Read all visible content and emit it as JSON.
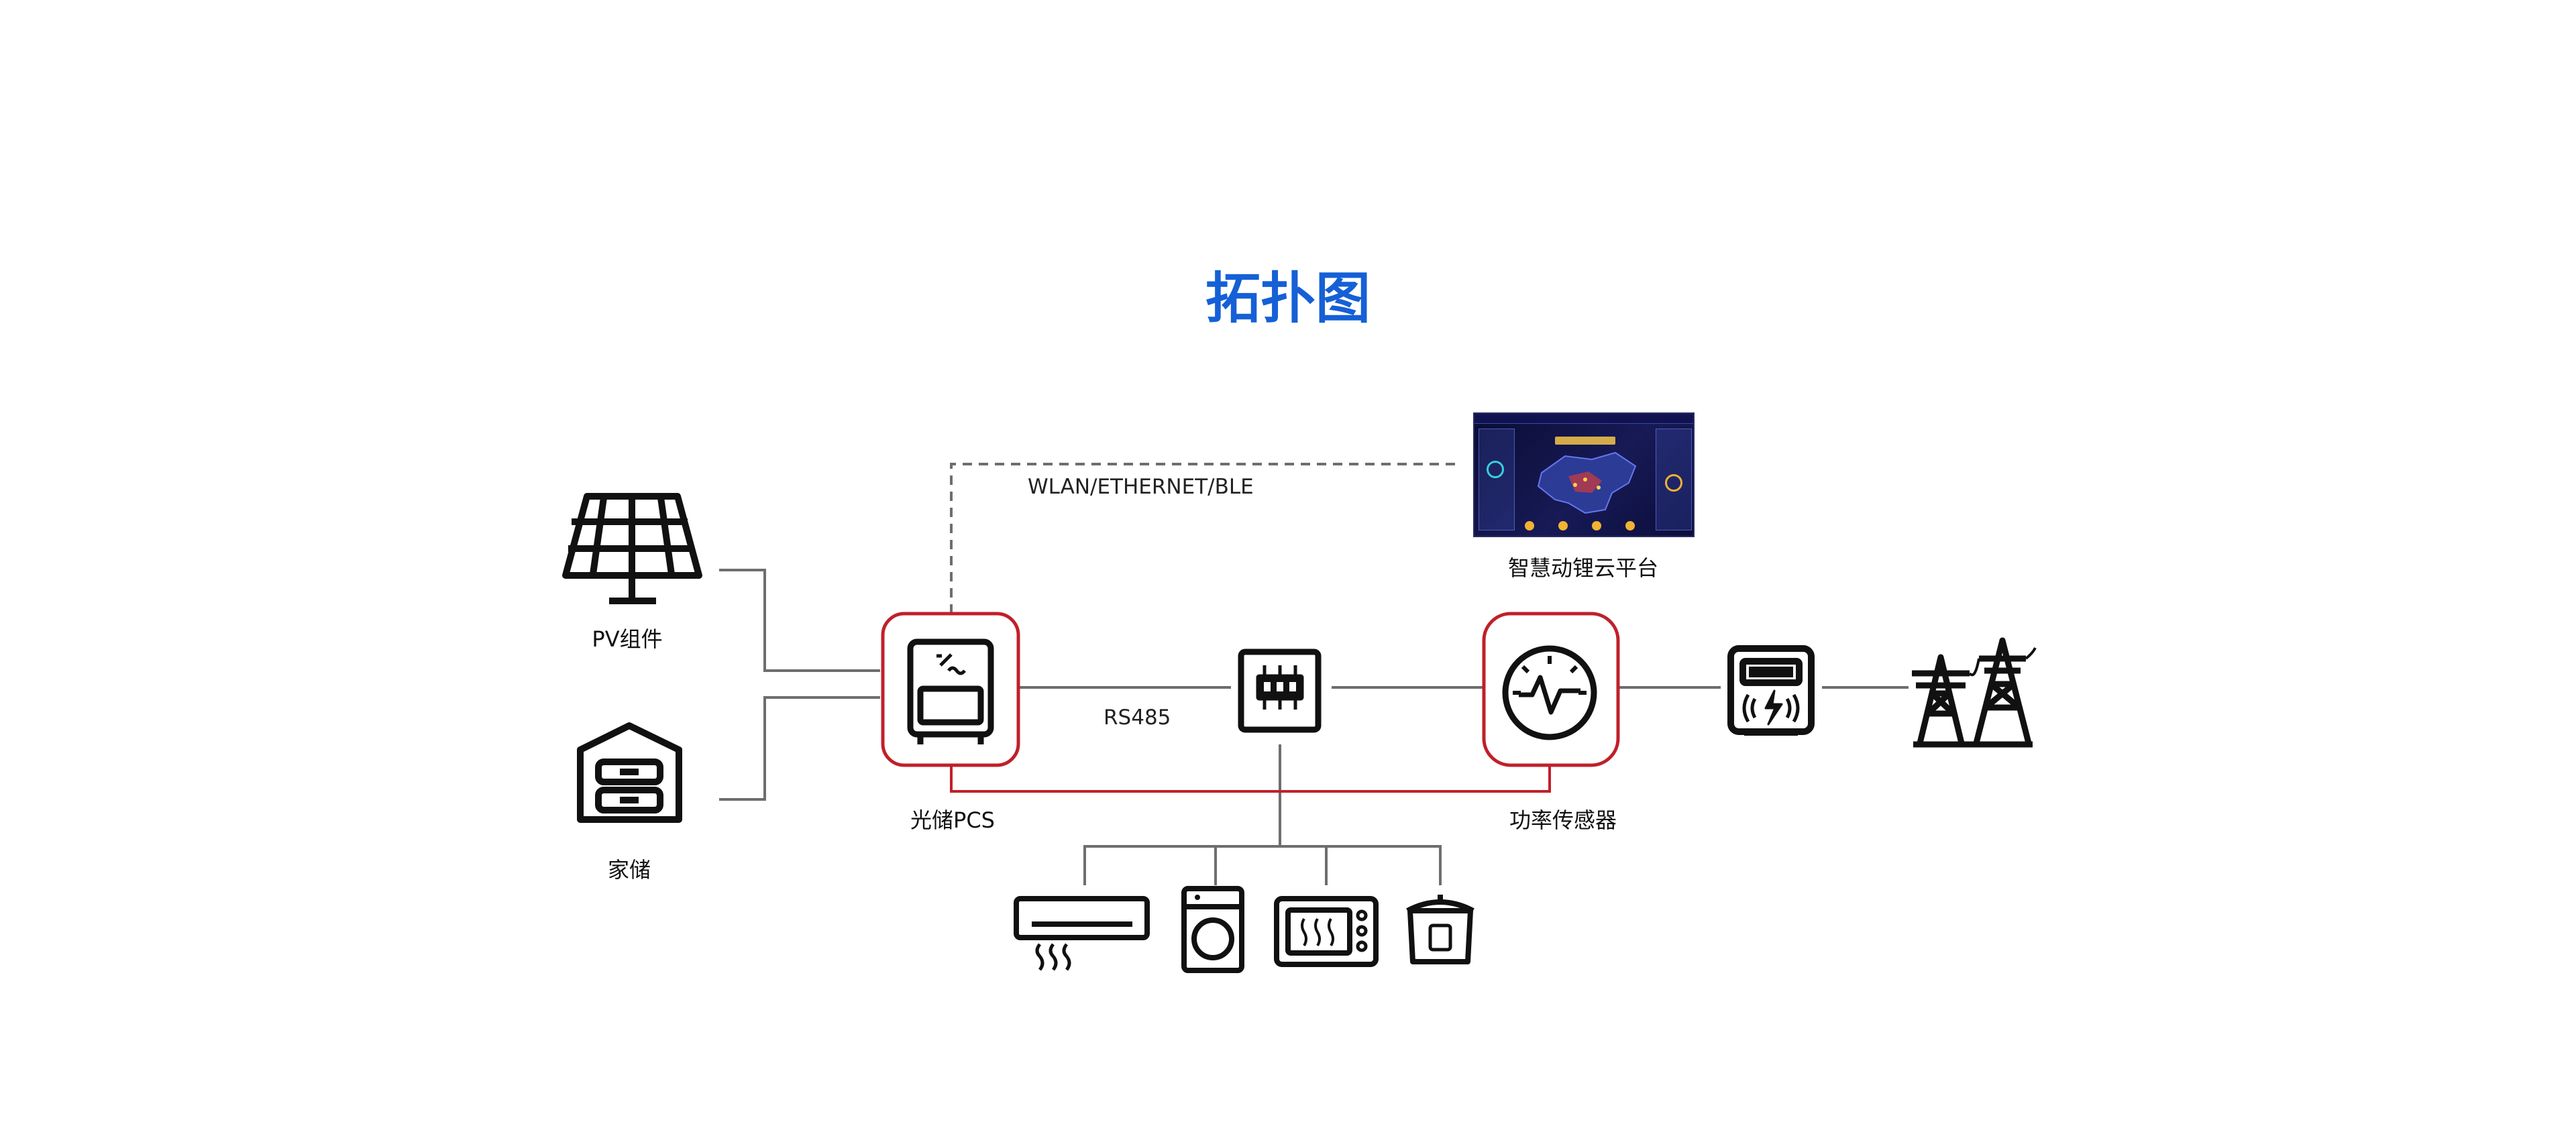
{
  "title": "拓扑图",
  "nodes": {
    "pv": {
      "label": "PV组件",
      "icon": "solar-panel-icon"
    },
    "storage": {
      "label": "家储",
      "icon": "home-battery-icon"
    },
    "pcs": {
      "label": "光储PCS",
      "icon": "inverter-icon"
    },
    "gateway": {
      "icon": "communication-module-icon"
    },
    "sensor": {
      "label": "功率传感器",
      "icon": "power-meter-gauge-icon"
    },
    "meter": {
      "icon": "smart-meter-icon"
    },
    "grid": {
      "icon": "transmission-tower-icon"
    },
    "cloud": {
      "label": "智慧动锂云平台",
      "icon": "cloud-dashboard-screenshot"
    }
  },
  "appliances": [
    {
      "icon": "air-conditioner-icon"
    },
    {
      "icon": "washing-machine-icon"
    },
    {
      "icon": "microwave-oven-icon"
    },
    {
      "icon": "rice-cooker-icon"
    }
  ],
  "links": {
    "network_label": "WLAN/ETHERNET/BLE",
    "bus_label": "RS485"
  },
  "colors": {
    "title": "#1560d6",
    "highlight_border": "#c0202a",
    "wire": "#6e6e6e",
    "icon_stroke": "#111111"
  }
}
